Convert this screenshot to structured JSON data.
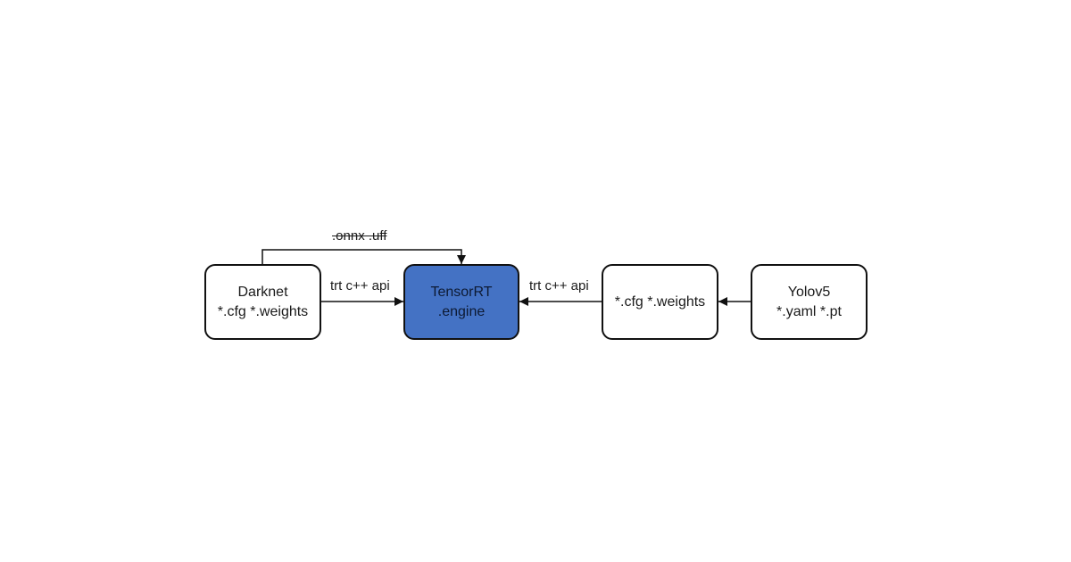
{
  "nodes": {
    "darknet": {
      "line1": "Darknet",
      "line2": "*.cfg  *.weights"
    },
    "tensorrt": {
      "line1": "TensorRT",
      "line2": ".engine"
    },
    "intermediate": {
      "line1": "*.cfg  *.weights"
    },
    "yolov5": {
      "line1": "Yolov5",
      "line2": "*.yaml  *.pt"
    }
  },
  "edges": {
    "darknet_to_tensorrt": "trt c++ api",
    "intermediate_to_tensorrt": "trt c++ api",
    "darknet_over_to_tensorrt": ".onnx .uff"
  },
  "colors": {
    "primary_fill": "#4472c4",
    "stroke": "#111111"
  }
}
